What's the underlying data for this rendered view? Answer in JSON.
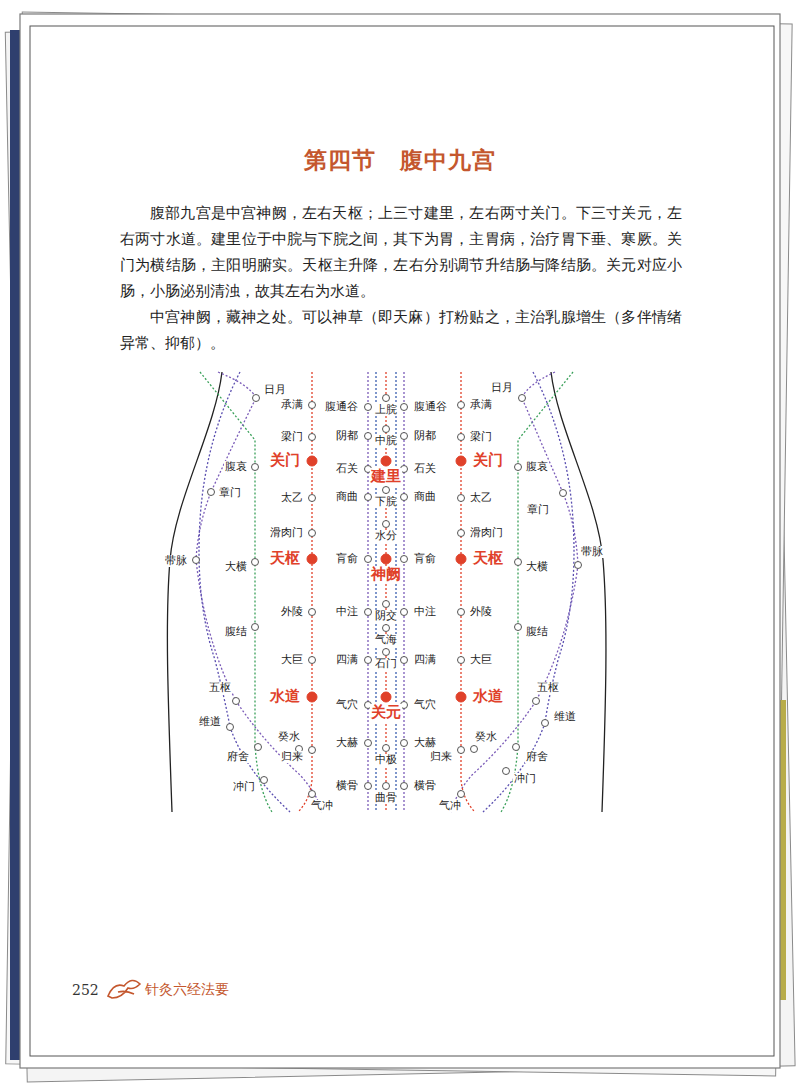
{
  "diagram": {
    "title": "第四节　腹中九宫",
    "labels": [
      "腹部九宫是中宫神阙，左右天枢；上三寸建里，左右两寸关门。下三寸关元，左右两寸水道。建里位于中脘与下脘之间，其下为胃，主胃病，治疗胃下垂、寒厥。关门为横结肠，主阳明腑实。天枢主升降，左右分别调节升结肠与降结肠。关元对应小肠，小肠泌别清浊，故其左右为水道。",
      "中宫神阙，藏神之处。可以神草（即天麻）打粉贴之，主治乳腺增生（多伴情绪异常、抑郁）。",
      "日月",
      "日月",
      "承满",
      "腹通谷",
      "上脘",
      "腹通谷",
      "承满",
      "梁门",
      "阴都",
      "中脘",
      "阴都",
      "梁门",
      "关门",
      "石关",
      "建里",
      "石关",
      "关门",
      "腹哀",
      "腹哀",
      "章门",
      "太乙",
      "商曲",
      "下脘",
      "商曲",
      "太乙",
      "章门",
      "滑肉门",
      "水分",
      "滑肉门",
      "带脉",
      "大横",
      "天枢",
      "肓俞",
      "神阙",
      "肓俞",
      "天枢",
      "大横",
      "带脉",
      "外陵",
      "中注",
      "阴交",
      "中注",
      "外陵",
      "腹结",
      "气海",
      "腹结",
      "大巨",
      "四满",
      "石门",
      "四满",
      "大巨",
      "五枢",
      "五枢",
      "水道",
      "气穴",
      "关元",
      "气穴",
      "水道",
      "维道",
      "维道",
      "癸水",
      "大赫",
      "大赫",
      "癸水",
      "府舍",
      "归来",
      "中极",
      "归来",
      "府舍",
      "冲门",
      "横骨",
      "曲骨",
      "横骨",
      "冲门",
      "气冲",
      "气冲",
      "252",
      "针灸六经法要"
    ]
  }
}
